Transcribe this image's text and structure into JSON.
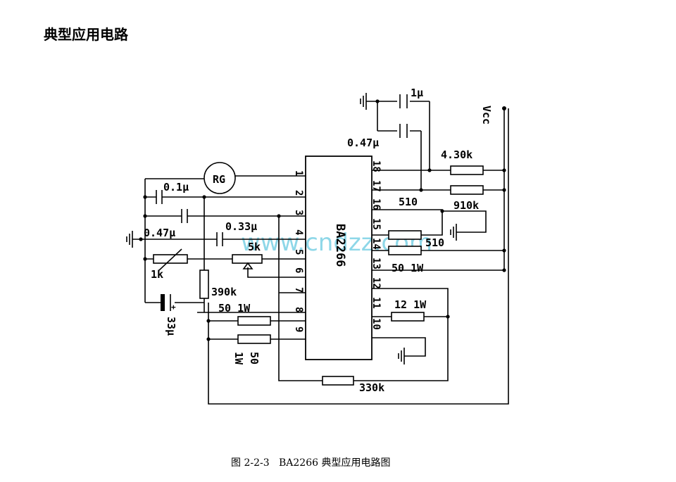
{
  "title": "典型应用电路",
  "caption": "图 2-2-3   BA2266 典型应用电路图",
  "watermark": "www.cndzz.com",
  "ic": {
    "name": "BA2266",
    "left_pins": [
      "1",
      "2",
      "3",
      "4",
      "5",
      "6",
      "7",
      "8",
      "9"
    ],
    "right_pins": [
      "18",
      "17",
      "16",
      "15",
      "14",
      "13",
      "12",
      "11",
      "10"
    ]
  },
  "components": {
    "rg": "RG",
    "vcc": "Vcc",
    "c_1u": "1μ",
    "c_047u_top": "0.47μ",
    "c_01u": "0.1μ",
    "c_047u_left": "0.47μ",
    "c_033u": "0.33μ",
    "r_430k": "4.30k",
    "r_510_a": "510",
    "r_910k": "910k",
    "r_510_b": "510",
    "r_5k": "5k",
    "r_1k": "1k",
    "r_390k": "390k",
    "c_33u": "33μ",
    "r_50_1w_a": "50  1W",
    "r_50_1w_b": "50  1W",
    "r_50": "50",
    "r_50_w": "1W",
    "r_12_1w": "12  1W",
    "r_330k": "330k"
  }
}
